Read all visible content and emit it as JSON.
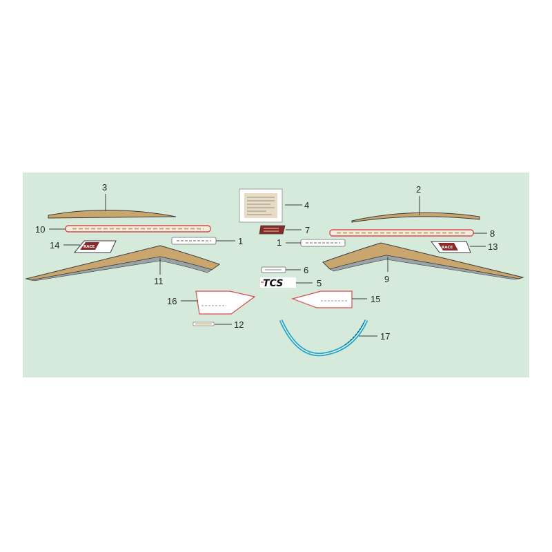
{
  "colors": {
    "panel_background": "#d6eadb",
    "gold": "#c9a66e",
    "dark_stroke": "#3a3a3a",
    "red": "#d94a4a",
    "maroon": "#8a2a2a",
    "cyan": "#2aa6c9",
    "label_beige": "#e8dcc4"
  },
  "callouts": [
    {
      "number": "1"
    },
    {
      "number": "1"
    },
    {
      "number": "2"
    },
    {
      "number": "3"
    },
    {
      "number": "4"
    },
    {
      "number": "5"
    },
    {
      "number": "6"
    },
    {
      "number": "7"
    },
    {
      "number": "8"
    },
    {
      "number": "9"
    },
    {
      "number": "10"
    },
    {
      "number": "11"
    },
    {
      "number": "12"
    },
    {
      "number": "13"
    },
    {
      "number": "14"
    },
    {
      "number": "15"
    },
    {
      "number": "16"
    },
    {
      "number": "17"
    }
  ],
  "decals": {
    "tcs_text": "TCS",
    "race_text": "RACE"
  }
}
